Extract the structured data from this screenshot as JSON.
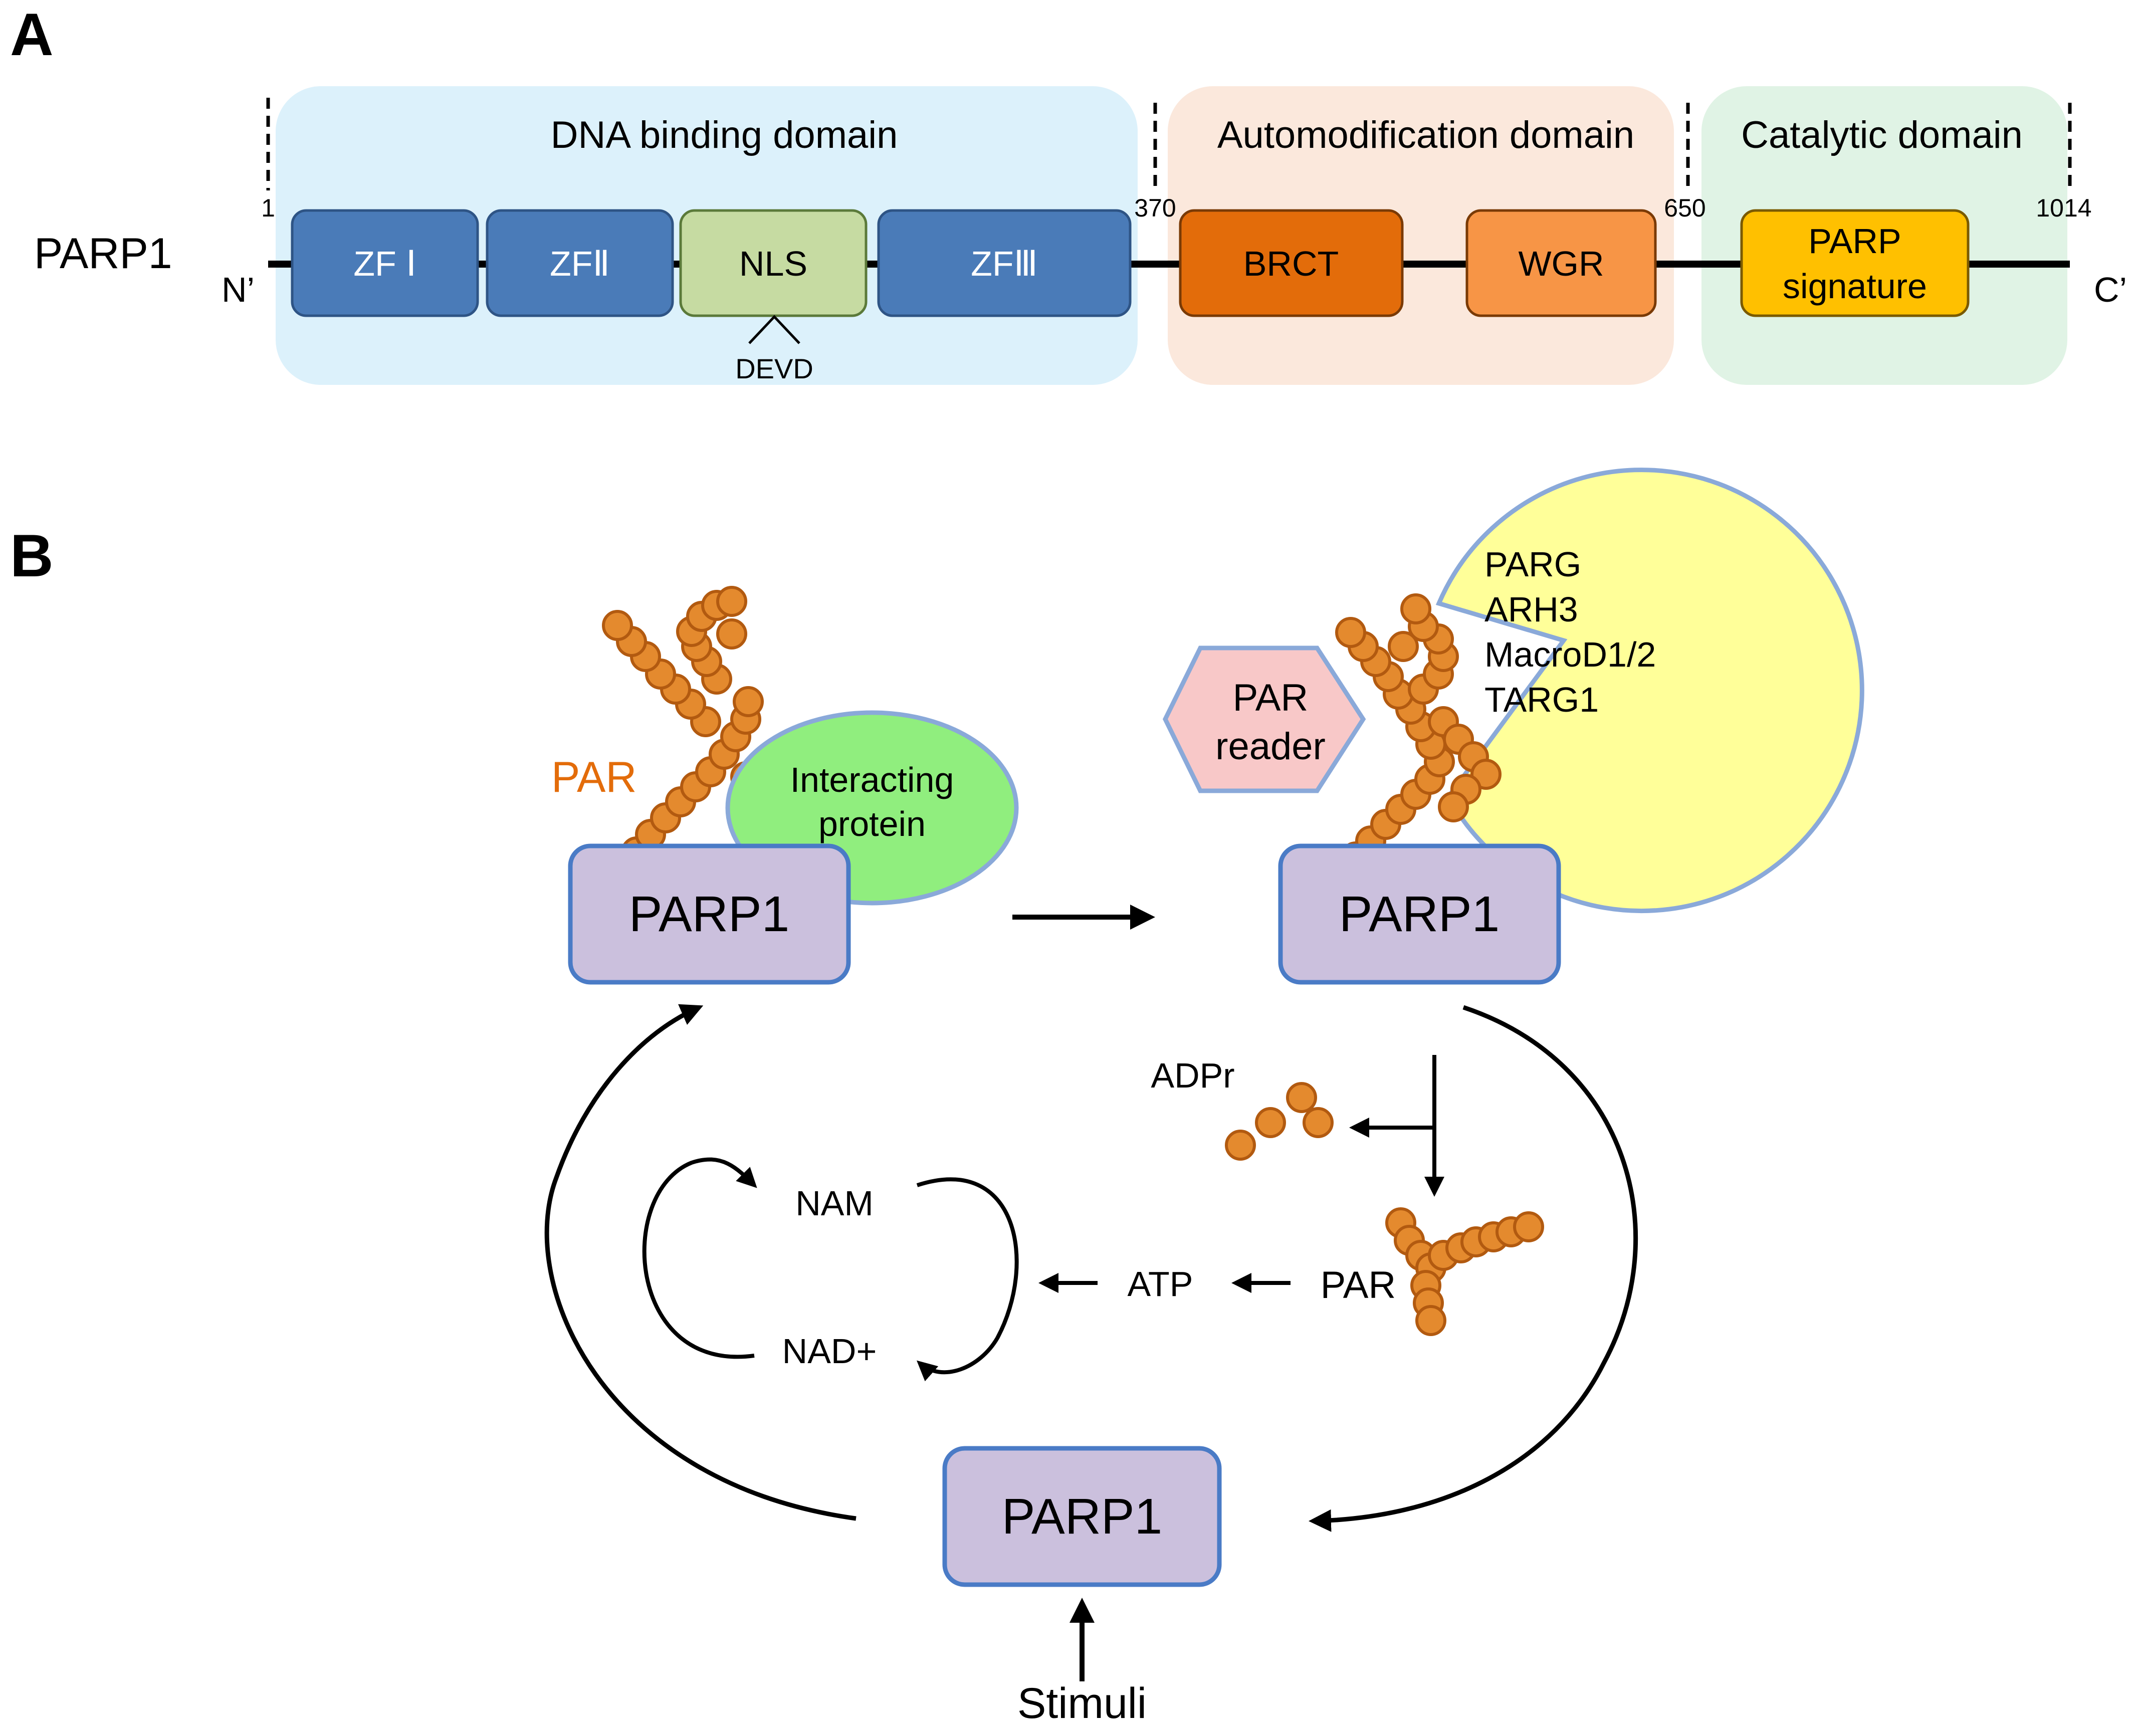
{
  "panelA": {
    "letter": "A",
    "protein": "PARP1",
    "n_term": "N’",
    "c_term": "C’",
    "domains": {
      "dna": "DNA binding domain",
      "auto": "Automodification domain",
      "cat": "Catalytic domain"
    },
    "positions": {
      "p1": "1",
      "p370": "370",
      "p650": "650",
      "p1014": "1014"
    },
    "boxes": {
      "zf1": "ZF Ⅰ",
      "zf2": "ZFⅡ",
      "nls": "NLS",
      "zf3": "ZFⅢ",
      "brct": "BRCT",
      "wgr": "WGR",
      "parp_sig_1": "PARP",
      "parp_sig_2": "signature"
    },
    "cleavage": "DEVD"
  },
  "panelB": {
    "letter": "B",
    "parp1": "PARP1",
    "par_label": "PAR",
    "interacting_1": "Interacting",
    "interacting_2": "protein",
    "reader_1": "PAR",
    "reader_2": "reader",
    "erasers": [
      "PARG",
      "ARH3",
      "MacroD1/2",
      "TARG1"
    ],
    "adpr": "ADPr",
    "nam": "NAM",
    "nad": "NAD+",
    "atp": "ATP",
    "par_free": "PAR",
    "stimuli": "Stimuli"
  },
  "colors": {
    "dna_bg": "#dcf1fb",
    "auto_bg": "#fbe8dc",
    "cat_bg": "#e0f3e5",
    "zf": "#4a7bb8",
    "nls": "#c6dba2",
    "brct": "#e36c0a",
    "wgr": "#f79546",
    "parp_sig": "#ffc000",
    "parp1_box": "#cbc0dd",
    "parp1_border": "#4a7bc6",
    "bead": "#e48a2e",
    "bead_border": "#b25a10",
    "interacting": "#90ee7e",
    "reader": "#f8c8c8",
    "eraser": "#ffff99",
    "par_text": "#e36c0a"
  }
}
